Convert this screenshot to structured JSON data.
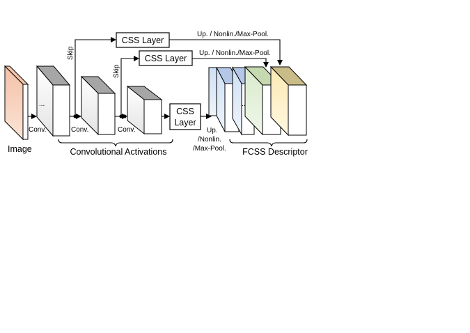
{
  "labels": {
    "image": "Image",
    "conv_activations": "Convolutional Activations",
    "fcss_descriptor": "FCSS Descriptor",
    "conv1": "Conv.",
    "conv2": "Conv.",
    "conv3": "Conv.",
    "skip1": "Skip",
    "skip2": "Skip",
    "ellipsis_conv": "...",
    "ellipsis_fcss": "...",
    "up_top": "Up. / Nonlin./Max-Pool.",
    "up_mid": "Up. / Nonlin./Max-Pool.",
    "up_bottom_1": "Up.",
    "up_bottom_2": "/Nonlin.",
    "up_bottom_3": "/Max-Pool."
  },
  "css_layers": {
    "top": "CSS Layer",
    "mid": "CSS Layer",
    "bottom_1": "CSS",
    "bottom_2": "Layer"
  },
  "colors": {
    "image_front": "#f5cbb5",
    "image_side": "#ffffff",
    "conv_front": "#eeeeee",
    "conv_side": "#ffffff",
    "conv_top": "#a6a6a6",
    "fcss_blue_front": "#dce8f6",
    "fcss_blue_top": "#b4c7e7",
    "fcss_green_front": "#e2efda",
    "fcss_green_top": "#c6d8b0",
    "fcss_yellow_front": "#fff2cc",
    "fcss_yellow_top": "#c9bc88"
  }
}
